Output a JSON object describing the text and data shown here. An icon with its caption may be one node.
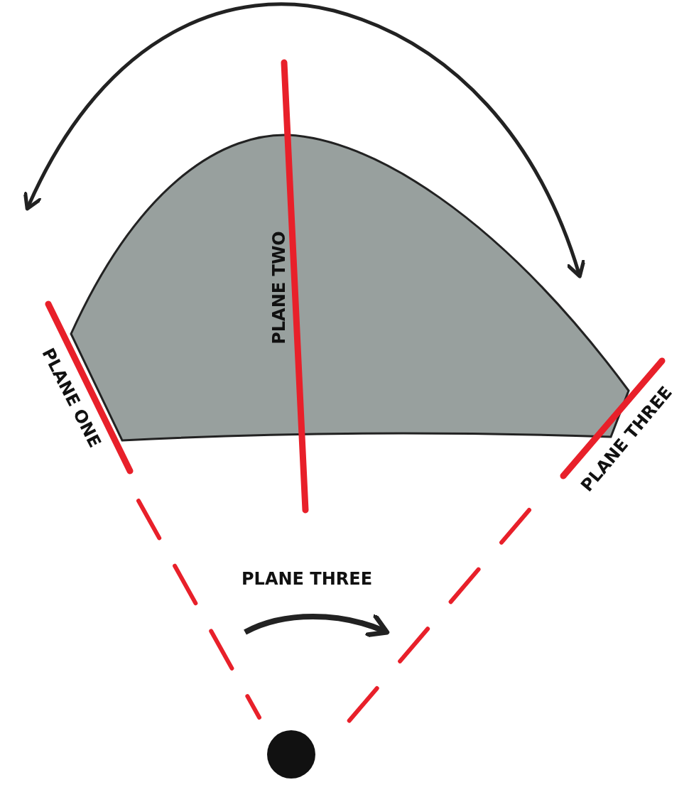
{
  "diagram": {
    "labels": [
      "PLANE TWO",
      "PLANE ONE",
      "PLANE THREE",
      "PLANE THREE"
    ]
  }
}
